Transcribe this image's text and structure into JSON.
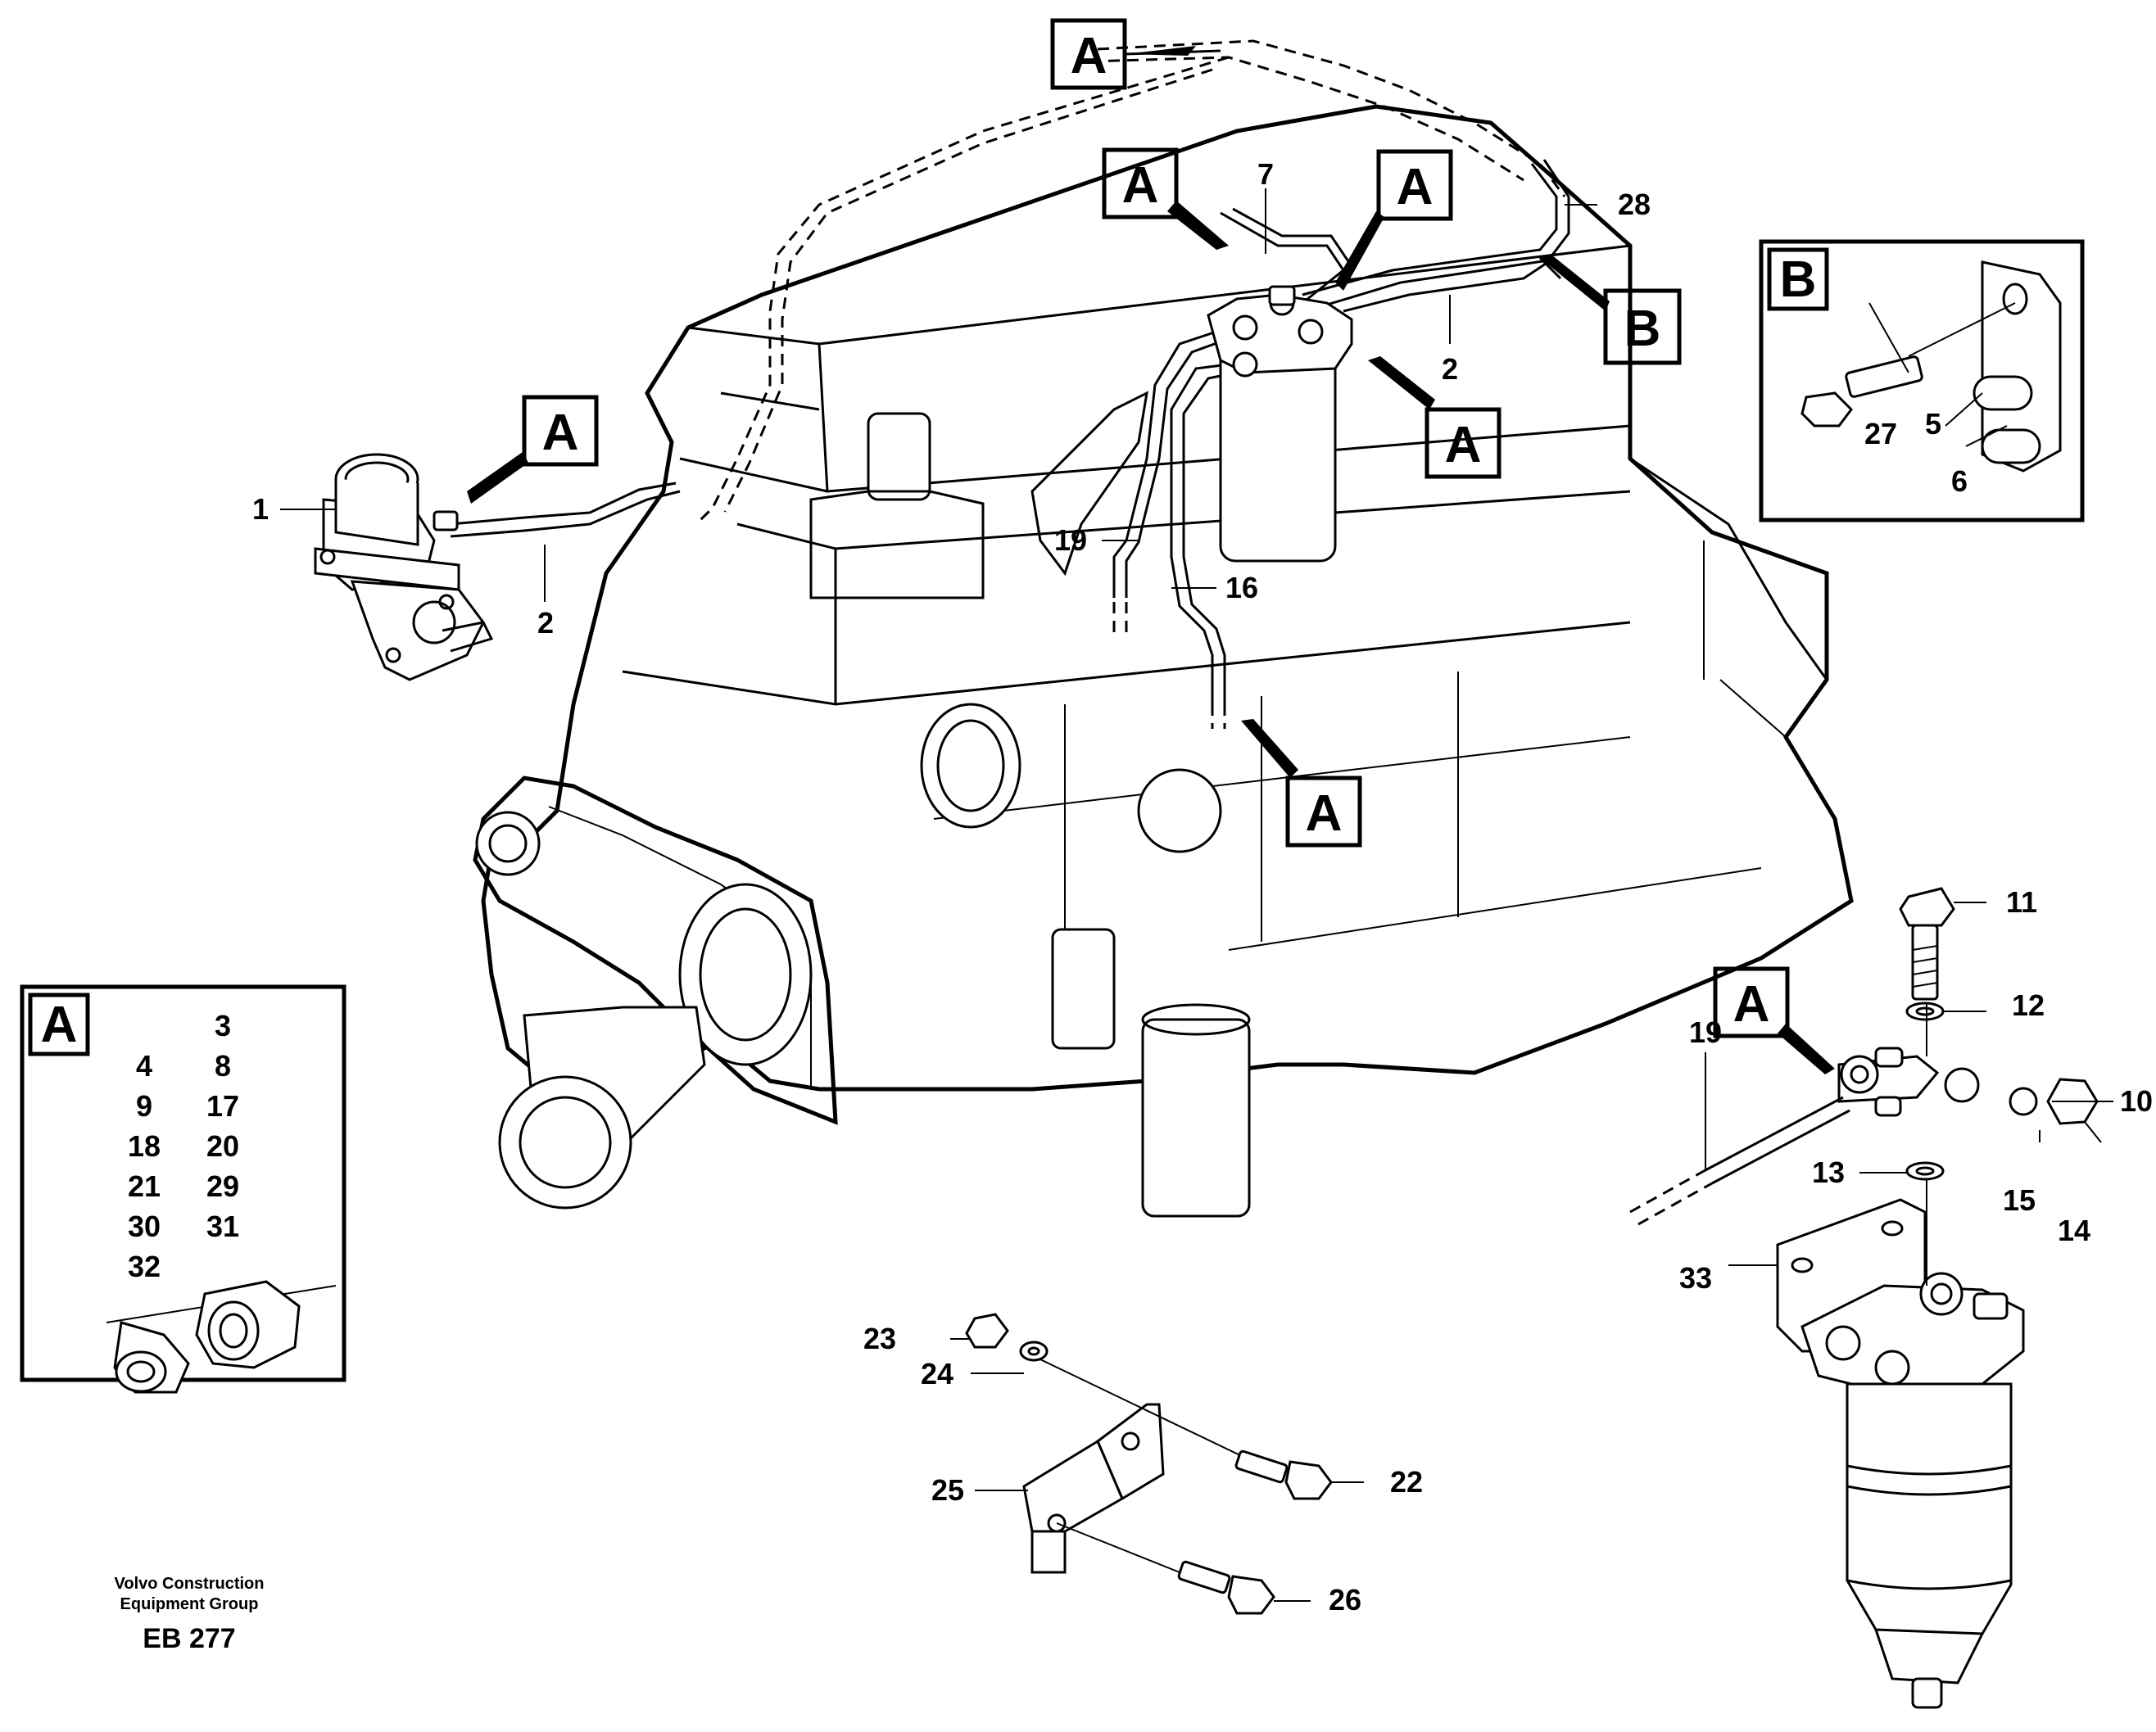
{
  "callouts": {
    "a": "A",
    "b": "B"
  },
  "labels": {
    "p1": "1",
    "p2a": "2",
    "p2b": "2",
    "p3": "3",
    "p4": "4",
    "p5": "5",
    "p6": "6",
    "p7": "7",
    "p8": "8",
    "p9": "9",
    "p10": "10",
    "p11": "11",
    "p12": "12",
    "p13": "13",
    "p14": "14",
    "p15": "15",
    "p16": "16",
    "p17": "17",
    "p18": "18",
    "p19a": "19",
    "p19b": "19",
    "p20": "20",
    "p21": "21",
    "p22": "22",
    "p23": "23",
    "p24": "24",
    "p25": "25",
    "p26": "26",
    "p27": "27",
    "p28": "28",
    "p29": "29",
    "p30": "30",
    "p31": "31",
    "p32": "32",
    "p33": "33"
  },
  "footer": {
    "company_line1": "Volvo Construction",
    "company_line2": "Equipment Group",
    "code": "EB 277"
  }
}
